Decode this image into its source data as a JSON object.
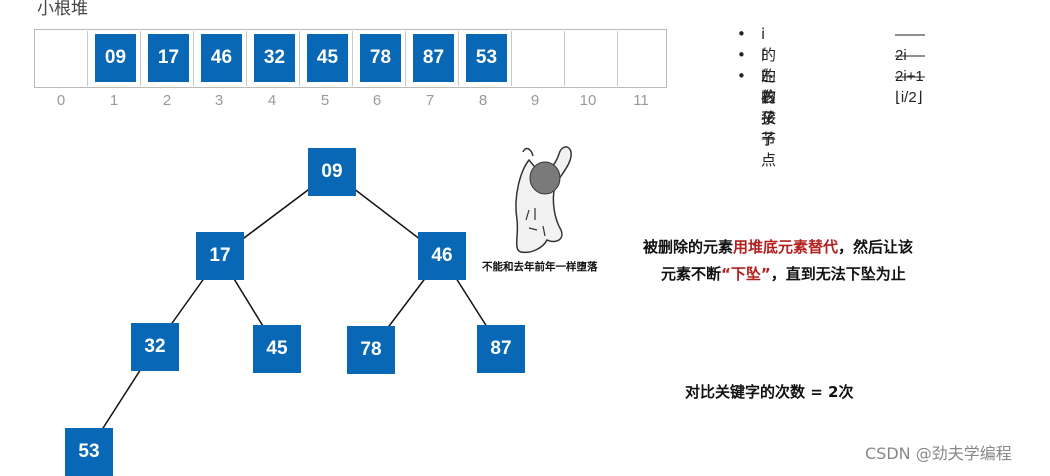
{
  "title": "小根堆",
  "array": {
    "cells": [
      "",
      "09",
      "17",
      "46",
      "32",
      "45",
      "78",
      "87",
      "53",
      "",
      "",
      ""
    ],
    "indices": [
      "0",
      "1",
      "2",
      "3",
      "4",
      "5",
      "6",
      "7",
      "8",
      "9",
      "10",
      "11"
    ],
    "fill_color": "#0868b5"
  },
  "rules": [
    {
      "bullet": "•",
      "label": "i 的左孩子",
      "formula": "——2i"
    },
    {
      "bullet": "•",
      "label": "i 的右孩子",
      "formula": "——2i+1"
    },
    {
      "bullet": "•",
      "label": "i 的父节点",
      "formula": "——⌊i/2⌋"
    }
  ],
  "tree": {
    "nodes": [
      "09",
      "17",
      "46",
      "32",
      "45",
      "78",
      "87",
      "53"
    ]
  },
  "meme_caption": "不能和去年前年一样堕落",
  "description": {
    "line1_prefix": "被删除的元素",
    "line1_highlight": "用堆底元素替代",
    "line1_suffix": "，然后让该",
    "line2_prefix": "元素不断",
    "line2_highlight": "“下坠”",
    "line2_suffix": "，直到无法下坠为止",
    "highlight_color": "#b22020"
  },
  "compare_text": "对比关键字的次数 = 2次",
  "watermark": "CSDN @劲夫学编程"
}
